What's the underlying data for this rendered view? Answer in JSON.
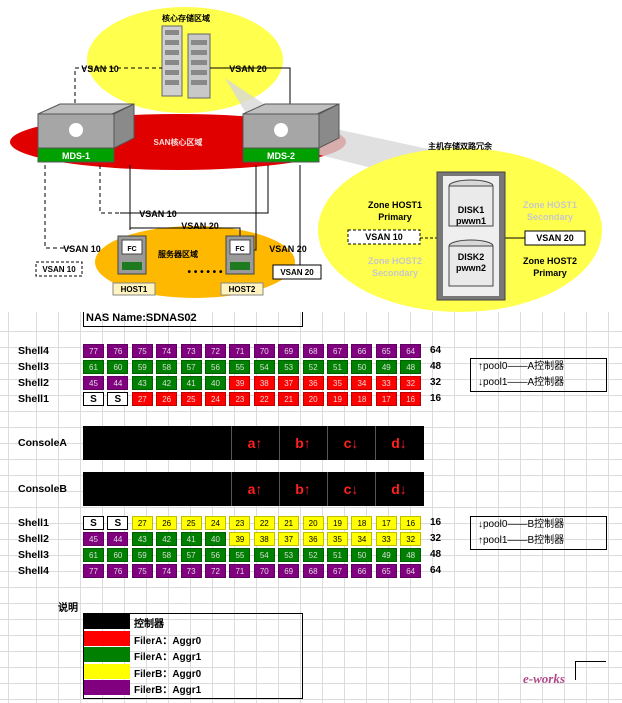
{
  "topology": {
    "core_storage_label": "核心存储区域",
    "san_core_label": "SAN核心区域",
    "host_storage_label": "主机存储双路冗余",
    "server_area_label": "服务器区域",
    "switch1": "MDS-1",
    "switch2": "MDS-2",
    "vsan10": "VSAN 10",
    "vsan20": "VSAN 20",
    "fc": "FC",
    "host1": "HOST1",
    "host2": "HOST2",
    "dots": "• • • • • •",
    "zone_h1_primary": "Zone HOST1\nPrimary",
    "zone_h1_secondary": "Zone HOST1\nSecondary",
    "zone_h2_secondary": "Zone HOST2\nSecondary",
    "zone_h2_primary": "Zone HOST2\nPrimary",
    "disk1": "DISK1\npwwn1",
    "disk2": "DISK2\npwwn2"
  },
  "sheet": {
    "nas_name": "NAS Name:SDNAS02",
    "shelves_top": [
      {
        "label": "Shell4",
        "num": "64",
        "cells": [
          "77",
          "76",
          "75",
          "74",
          "73",
          "72",
          "71",
          "70",
          "69",
          "68",
          "67",
          "66",
          "65",
          "64"
        ],
        "colors": [
          "p",
          "p",
          "p",
          "p",
          "p",
          "p",
          "p",
          "p",
          "p",
          "p",
          "p",
          "p",
          "p",
          "p"
        ]
      },
      {
        "label": "Shell3",
        "num": "48",
        "cells": [
          "61",
          "60",
          "59",
          "58",
          "57",
          "56",
          "55",
          "54",
          "53",
          "52",
          "51",
          "50",
          "49",
          "48"
        ],
        "colors": [
          "g",
          "g",
          "g",
          "g",
          "g",
          "g",
          "g",
          "g",
          "g",
          "g",
          "g",
          "g",
          "g",
          "g"
        ]
      },
      {
        "label": "Shell2",
        "num": "32",
        "cells": [
          "45",
          "44",
          "43",
          "42",
          "41",
          "40",
          "39",
          "38",
          "37",
          "36",
          "35",
          "34",
          "33",
          "32"
        ],
        "colors": [
          "p",
          "p",
          "g",
          "g",
          "g",
          "g",
          "r",
          "r",
          "r",
          "r",
          "r",
          "r",
          "r",
          "r"
        ]
      },
      {
        "label": "Shell1",
        "num": "16",
        "cells": [
          "S",
          "S",
          "27",
          "26",
          "25",
          "24",
          "23",
          "22",
          "21",
          "20",
          "19",
          "18",
          "17",
          "16"
        ],
        "colors": [
          "w",
          "w",
          "r",
          "r",
          "r",
          "r",
          "r",
          "r",
          "r",
          "r",
          "r",
          "r",
          "r",
          "r"
        ]
      }
    ],
    "controllers": [
      {
        "label": "ConsoleA",
        "slots": [
          "a↑",
          "b↑",
          "c↓",
          "d↓"
        ]
      },
      {
        "label": "ConsoleB",
        "slots": [
          "a↑",
          "b↑",
          "c↓",
          "d↓"
        ]
      }
    ],
    "shelves_bottom": [
      {
        "label": "Shell1",
        "num": "16",
        "cells": [
          "S",
          "S",
          "27",
          "26",
          "25",
          "24",
          "23",
          "22",
          "21",
          "20",
          "19",
          "18",
          "17",
          "16"
        ],
        "colors": [
          "w",
          "w",
          "y",
          "y",
          "y",
          "y",
          "y",
          "y",
          "y",
          "y",
          "y",
          "y",
          "y",
          "y"
        ]
      },
      {
        "label": "Shell2",
        "num": "32",
        "cells": [
          "45",
          "44",
          "43",
          "42",
          "41",
          "40",
          "39",
          "38",
          "37",
          "36",
          "35",
          "34",
          "33",
          "32"
        ],
        "colors": [
          "p",
          "p",
          "g",
          "g",
          "g",
          "g",
          "y",
          "y",
          "y",
          "y",
          "y",
          "y",
          "y",
          "y"
        ]
      },
      {
        "label": "Shell3",
        "num": "48",
        "cells": [
          "61",
          "60",
          "59",
          "58",
          "57",
          "56",
          "55",
          "54",
          "53",
          "52",
          "51",
          "50",
          "49",
          "48"
        ],
        "colors": [
          "g",
          "g",
          "g",
          "g",
          "g",
          "g",
          "g",
          "g",
          "g",
          "g",
          "g",
          "g",
          "g",
          "g"
        ]
      },
      {
        "label": "Shell4",
        "num": "64",
        "cells": [
          "77",
          "76",
          "75",
          "74",
          "73",
          "72",
          "71",
          "70",
          "69",
          "68",
          "67",
          "66",
          "65",
          "64"
        ],
        "colors": [
          "p",
          "p",
          "p",
          "p",
          "p",
          "p",
          "p",
          "p",
          "p",
          "p",
          "p",
          "p",
          "p",
          "p"
        ]
      }
    ],
    "pool_notes_top": [
      "↑pool0——A控制器",
      "↓pool1——A控制器"
    ],
    "pool_notes_bottom": [
      "↓pool0——B控制器",
      "↑pool1——B控制器"
    ],
    "legend_title": "说明",
    "legend": [
      {
        "color": "#000000",
        "text": "控制器"
      },
      {
        "color": "#ff0000",
        "text": "FilerA：Aggr0"
      },
      {
        "color": "#008000",
        "text": "FilerA：Aggr1"
      },
      {
        "color": "#ffff00",
        "text": "FilerB：Aggr0"
      },
      {
        "color": "#800080",
        "text": "FilerB：Aggr1"
      }
    ],
    "watermark": "e-works"
  },
  "colors": {
    "r": "#ff0000",
    "g": "#008000",
    "y": "#ffff00",
    "p": "#800080",
    "w": "#ffffff"
  }
}
